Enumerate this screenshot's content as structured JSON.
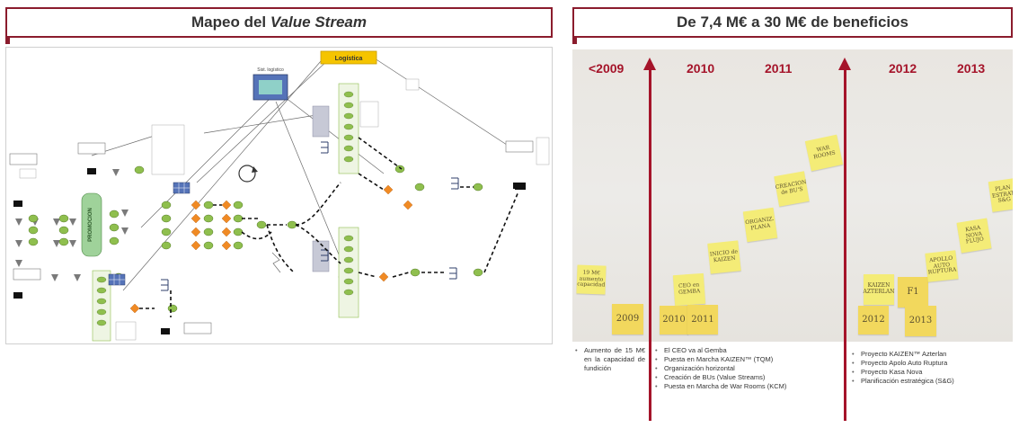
{
  "left_panel": {
    "title_prefix": "Mapeo del ",
    "title_emphasis": "Value Stream",
    "diagram": {
      "logistics_box": "Logística",
      "system_label": "Sist. logístico",
      "colors": {
        "process": "#8fbf4e",
        "inventory": "#7a7a7a",
        "kanban": "#f08a24",
        "highlight": "#f5c400",
        "supermarket": "#5573b8"
      },
      "vertical_label": "PROMOCION"
    }
  },
  "right_panel": {
    "title": "De 7,4 M€ a 30 M€ de beneficios",
    "years": [
      "<2009",
      "2010",
      "2011",
      "2012",
      "2013"
    ],
    "notes": [
      {
        "text": "19 M€ aumento capacidad"
      },
      {
        "text": "2009"
      },
      {
        "text": "CEO en GEMBA"
      },
      {
        "text": "2010"
      },
      {
        "text": "2011"
      },
      {
        "text": "INICIO de KAIZEN"
      },
      {
        "text": "ORGANIZ. PLANA"
      },
      {
        "text": "CREACION de BU'S"
      },
      {
        "text": "WAR ROOMS"
      },
      {
        "text": "KAIZEN AZTERLAN"
      },
      {
        "text": "2012"
      },
      {
        "text": "F1"
      },
      {
        "text": "2013"
      },
      {
        "text": "APOLLO AUTO RUPTURA"
      },
      {
        "text": "KASA NOVA FLUJO"
      },
      {
        "text": "PLAN ESTRAT. S&G"
      }
    ],
    "bullet_groups": [
      {
        "items": [
          "Aumento de 15 M€ en la capacidad de fundición"
        ]
      },
      {
        "items": [
          "El CEO va al Gemba",
          "Puesta en Marcha KAIZEN™ (TQM)",
          "Organización horizontal",
          "Creación de BUs (Value Streams)",
          "Puesta en Marcha de War Rooms (KCM)"
        ]
      },
      {
        "items": [
          "Proyecto KAIZEN™ Azterlan",
          "Proyecto Apolo Auto Ruptura",
          "Proyecto Kasa Nova",
          "Planificación estratégica (S&G)"
        ]
      }
    ],
    "accent_color": "#a5142a"
  }
}
